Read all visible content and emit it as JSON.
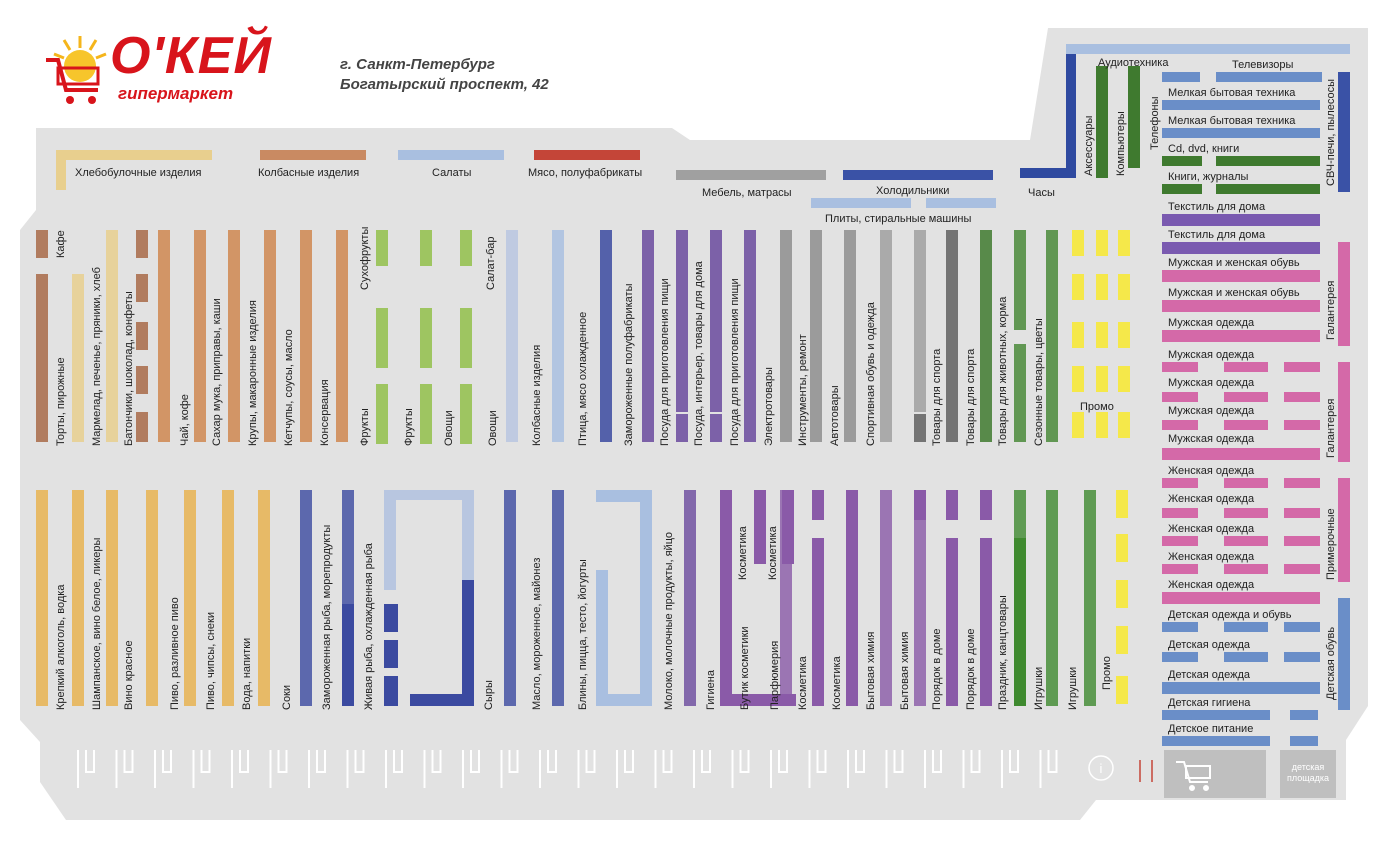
{
  "brand": {
    "name": "О'КЕЙ",
    "subtitle": "гипермаркет"
  },
  "address": {
    "city": "г. Санкт-Петербург",
    "street": "Богатырский проспект, 42"
  },
  "colors": {
    "bakery": "#e8cf8e",
    "sausage": "#c98a62",
    "salads": "#a9bfe0",
    "meat": "#c44538",
    "furniture": "#a0a0a0",
    "fridges": "#3a52a6",
    "stoves": "#a9bfe0",
    "clocks": "#2f4aa0",
    "cake": "#a86a48",
    "grocery": "#cf8750",
    "fruit": "#92c04a",
    "sausage_aisle": "#b8c6e0",
    "poultry": "#3b4aa0",
    "dishes": "#6a4a9e",
    "tools": "#8e8e8e",
    "sport": "#606060",
    "pets": "#4a8a3a",
    "promo": "#f5e84a",
    "spirits": "#e8b048",
    "fish": "#3b4aa0",
    "cosmetics": "#8a5aa8",
    "holiday": "#3f8a2f",
    "textile": "#7a5ab0",
    "haberdashery": "#d469a8",
    "kids": "#6a8ec8",
    "tech": "#3f7a2f",
    "floor": "#e2e2e2"
  },
  "top_labels": [
    "Хлебобулочные изделия",
    "Колбасные изделия",
    "Салаты",
    "Мясо, полуфабрикаты",
    "Мебель, матрасы",
    "Холодильники",
    "Плиты, стиральные машины",
    "Часы"
  ],
  "upper_aisles": [
    "Кафе",
    "Торты, пирожные",
    "Мармелад, печенье, пряники, хлеб",
    "Батончики, шоколад, конфеты",
    "Чай, кофе",
    "Сахар мука, приправы, каши",
    "Крупы, макаронные изделия",
    "Кетчупы, соусы, масло",
    "Консервация",
    "Сухофрукты",
    "Фрукты",
    "Фрукты",
    "Овощи",
    "Овощи",
    "Салат-бар",
    "Колбасные изделия",
    "Птица, мясо охлажденное",
    "Замороженные полуфабрикаты",
    "Посуда для приготовления пищи",
    "Посуда, интерьер, товары для дома",
    "Посуда для приготовления пищи",
    "Электротовары",
    "Инструменты, ремонт",
    "Автотовары",
    "Спортивная обувь и одежда",
    "Товары для спорта",
    "Товары для спорта",
    "Товары для животных, корма",
    "Сезонные товары, цветы",
    "Промо"
  ],
  "lower_aisles": [
    "Крепкий алкоголь, водка",
    "Шампанское, вино белое, ликеры",
    "Вино красное",
    "Пиво, разливное пиво",
    "Пиво, чипсы, снеки",
    "Вода, напитки",
    "Соки",
    "Замороженная рыба, морепродукты",
    "Живая рыба, охлажденная рыба",
    "Сыры",
    "Масло, мороженное, майонез",
    "Блины, пицца, тесто, йогурты",
    "Молоко, молочные продукты, яйцо",
    "Гигиена",
    "Бутик косметики",
    "Косметика",
    "Косметика",
    "Парфюмерия",
    "Косметика",
    "Косметика",
    "Бытовая химия",
    "Бытовая химия",
    "Порядок в доме",
    "Порядок в доме",
    "Праздник, канцтовары",
    "Игрушки",
    "Игрушки",
    "Промо"
  ],
  "right_wing": [
    "Аудиотехника",
    "Телевизоры",
    "Аксессуары",
    "Компьютеры",
    "Телефоны",
    "Мелкая бытовая техника",
    "Мелкая бытовая техника",
    "Cd, dvd, книги",
    "Книги, журналы",
    "СВЧ-печи, пылесосы",
    "Текстиль для дома",
    "Текстиль для дома",
    "Мужская и женская обувь",
    "Мужская и женская обувь",
    "Мужская одежда",
    "Мужская одежда",
    "Мужская одежда",
    "Мужская одежда",
    "Мужская одежда",
    "Женская одежда",
    "Женская одежда",
    "Женская одежда",
    "Женская одежда",
    "Женская одежда",
    "Детская одежда и обувь",
    "Детская одежда",
    "Детская одежда",
    "Детская гигиена",
    "Детское питание",
    "Галантерея",
    "Галантерея",
    "Примерочные",
    "Детская обувь"
  ],
  "facilities": {
    "info_icon": "i",
    "cart_icon": "cart-icon",
    "kids_area": "детская площадка"
  }
}
